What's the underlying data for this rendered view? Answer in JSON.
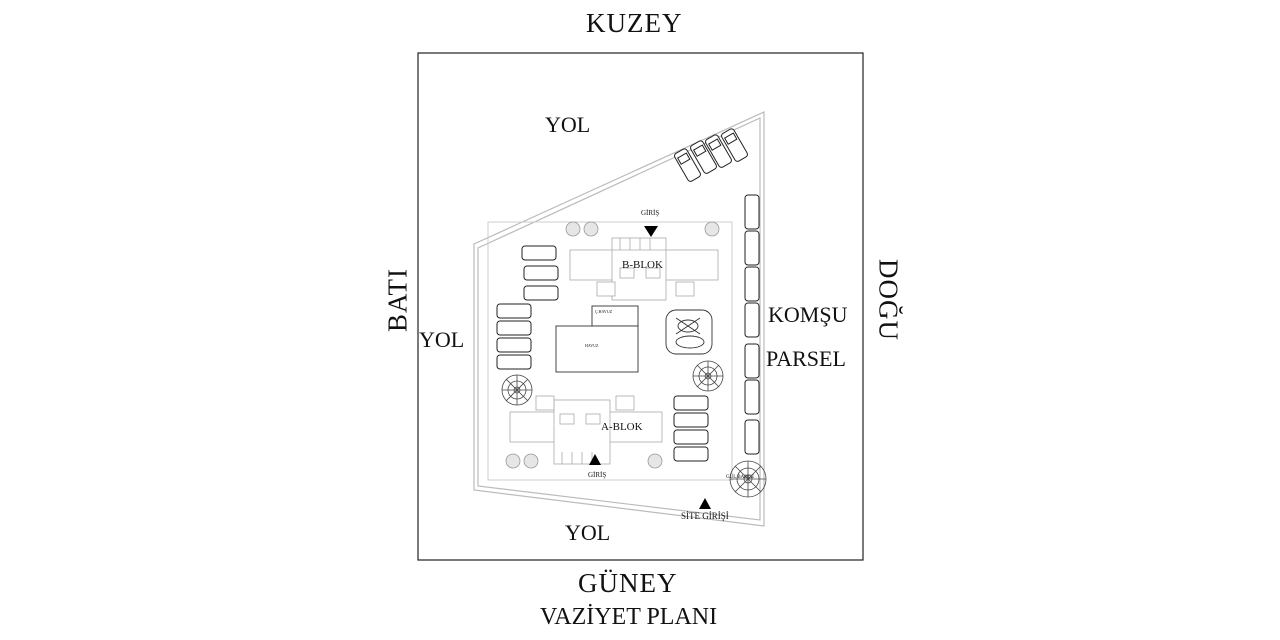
{
  "drawing": {
    "title": "VAZİYET PLANI",
    "orientation": {
      "north": "KUZEY",
      "south": "GÜNEY",
      "east": "DOĞU",
      "west": "BATI"
    },
    "roads": {
      "north": "YOL",
      "west": "YOL",
      "south": "YOL"
    },
    "neighbor_parcel": {
      "line1": "KOMŞU",
      "line2": "PARSEL"
    },
    "blocks": {
      "a": "A-BLOK",
      "b": "B-BLOK"
    },
    "entrances": {
      "block_b": "GİRİŞ",
      "block_a": "GİRİŞ",
      "site": "SİTE GİRİŞİ"
    },
    "pools": {
      "small": "Ç.HAVUZ",
      "large": "HAVUZ"
    },
    "garden": "GÜL BAHÇE"
  }
}
